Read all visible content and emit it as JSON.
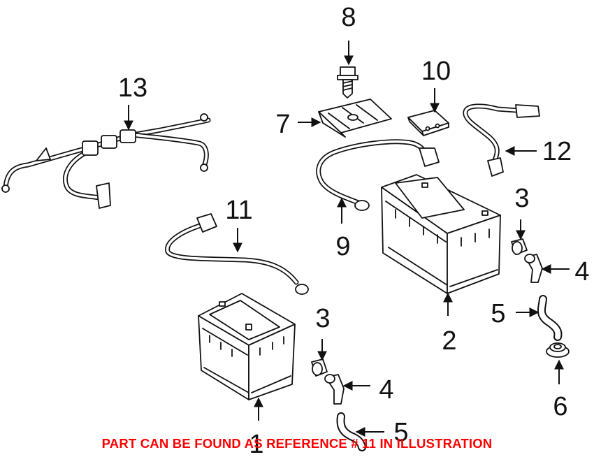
{
  "callouts": {
    "c1": "1",
    "c2": "2",
    "c3a": "3",
    "c3b": "3",
    "c4a": "4",
    "c4b": "4",
    "c5a": "5",
    "c5b": "5",
    "c6": "6",
    "c7": "7",
    "c8": "8",
    "c9": "9",
    "c10": "10",
    "c11": "11",
    "c12": "12",
    "c13": "13"
  },
  "note": "PART CAN BE FOUND AS REFERENCE # 11 IN ILLUSTRATION",
  "colors": {
    "note": "#ff0000",
    "line": "#111111",
    "background": "#ffffff"
  }
}
